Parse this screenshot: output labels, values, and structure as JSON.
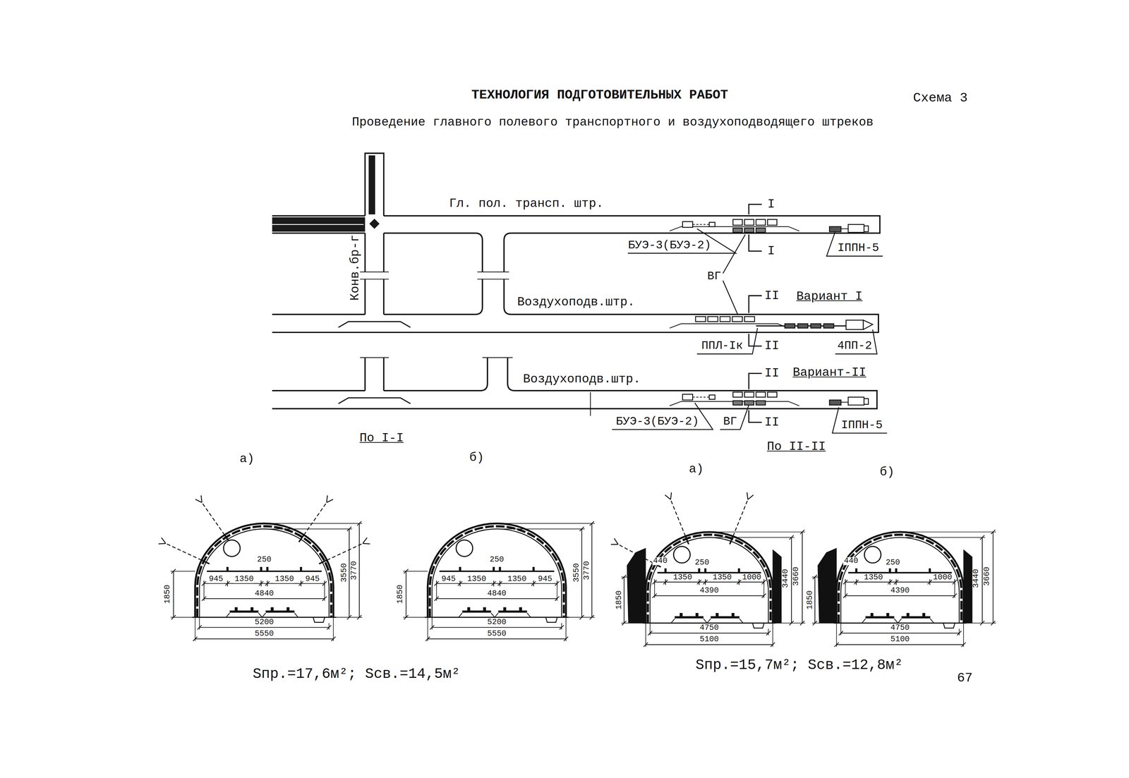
{
  "diagram": {
    "title": "ТЕХНОЛОГИЯ ПОДГОТОВИТЕЛЬНЫХ РАБОТ",
    "labels": [
      "Схема 3",
      "Проведение главного полевого транспортного и воздухоподводящего штреков",
      "Гл. пол. трансп. штр.",
      "I",
      "I",
      "БУЭ-3(БУЭ-2)",
      "IППН-5",
      "ВГ",
      "Конв.бр-г",
      "Воздухоподв.штр.",
      "II",
      "Вариант I",
      "ППЛ-Iк",
      "II",
      "4ПП-2",
      "Воздухоподв.штр.",
      "II",
      "Вариант-II",
      "БУЭ-3(БУЭ-2)",
      "ВГ",
      "II",
      "IППН-5",
      "По I-I",
      "а)",
      "б)",
      "По II-II",
      "а)",
      "б)",
      "250",
      "945",
      "1350",
      "1350",
      "945",
      "4840",
      "5200",
      "5550",
      "1850",
      "3550",
      "3770",
      "250",
      "945",
      "1350",
      "1350",
      "945",
      "4840",
      "5200",
      "5550",
      "1850",
      "3550",
      "3770",
      "Sпр.=17,6м²; Sсв.=14,5м²",
      "440",
      "250",
      "1350",
      "1350",
      "1000",
      "4390",
      "4750",
      "5100",
      "1850",
      "3440",
      "3660",
      "440",
      "250",
      "1350",
      "1000",
      "4390",
      "4750",
      "5100",
      "1850",
      "3440",
      "3660",
      "Sпр.=15,7м²; Sсв.=12,8м²",
      "67"
    ]
  }
}
